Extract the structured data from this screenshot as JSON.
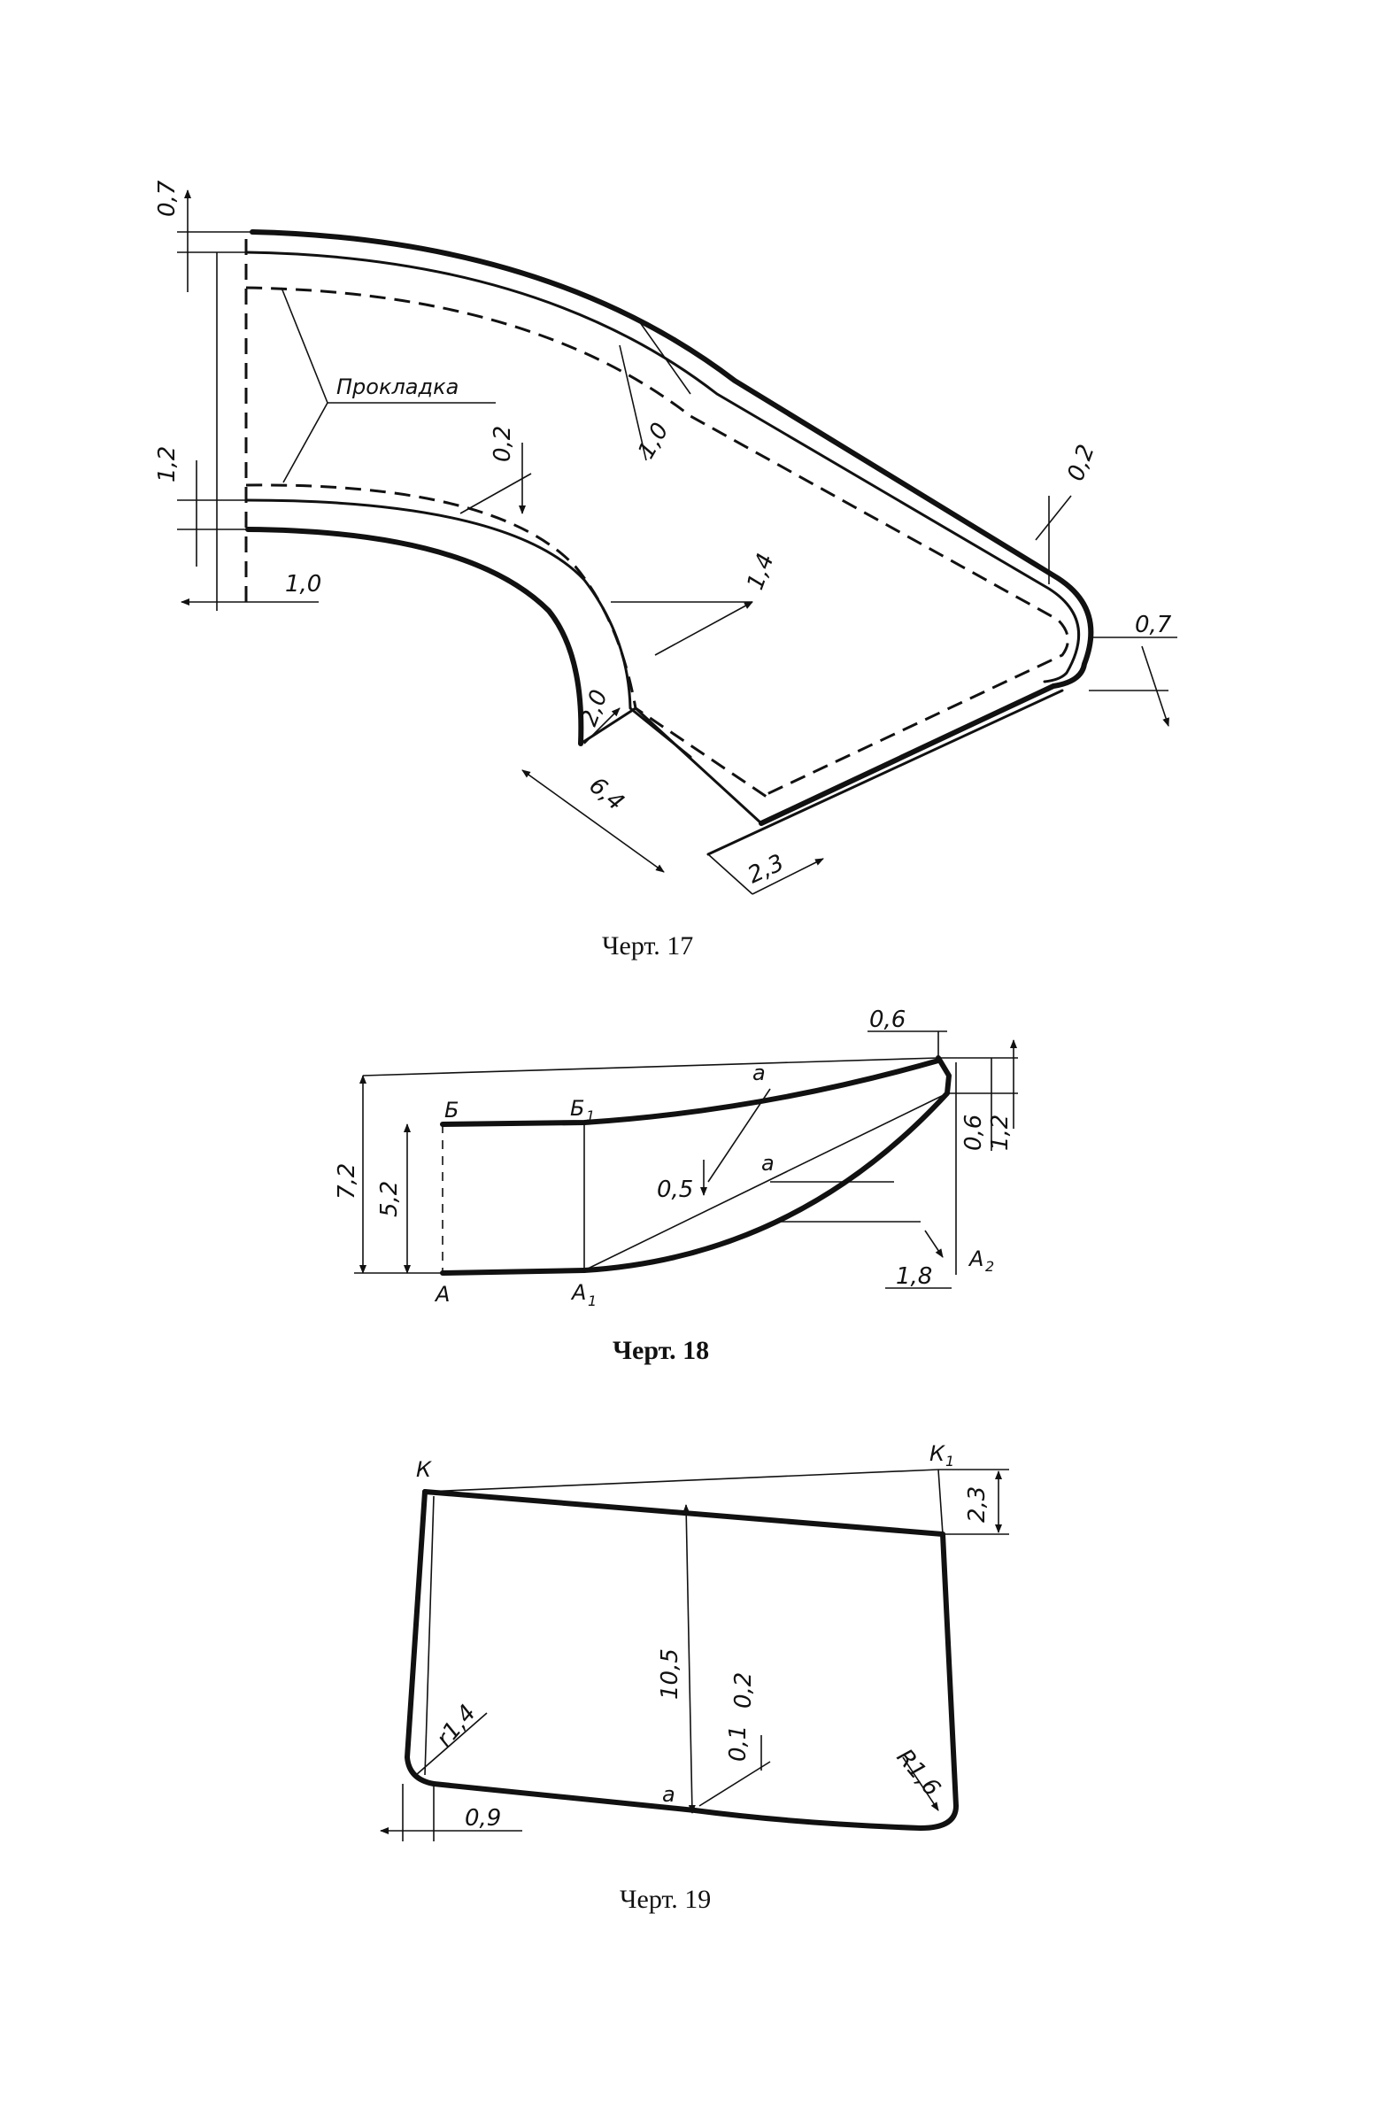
{
  "fig17": {
    "caption": "Черт. 17",
    "label_prokladka": "Прокладка",
    "dims": {
      "d07_top": "0,7",
      "d12": "1,2",
      "d10_left": "1,0",
      "d02": "0,2",
      "d10_diag": "1,0",
      "d14": "1,4",
      "d20": "2,0",
      "d64": "6,4",
      "d23": "2,3",
      "d02_right": "0,2",
      "d07_right": "0,7"
    }
  },
  "fig18": {
    "caption": "Черт. 18",
    "dims": {
      "d06_top": "0,6",
      "d06_right": "0,6",
      "d12": "1,2",
      "d72": "7,2",
      "d52": "5,2",
      "d05": "0,5",
      "d18": "1,8"
    },
    "points": {
      "A": "А",
      "A1": "А",
      "A1_sub": "1",
      "A2": "А",
      "A2_sub": "2",
      "B": "Б",
      "B1": "Б",
      "B1_sub": "1",
      "a_top": "а",
      "a_mid": "а"
    }
  },
  "fig19": {
    "caption": "Черт. 19",
    "dims": {
      "d23": "2,3",
      "d105": "10,5",
      "d01": "0,1",
      "d02": "0,2",
      "r14": "r1,4",
      "r16": "R1,6",
      "d09": "0,9"
    },
    "points": {
      "K": "К",
      "K1": "К",
      "K1_sub": "1",
      "a": "а"
    }
  }
}
